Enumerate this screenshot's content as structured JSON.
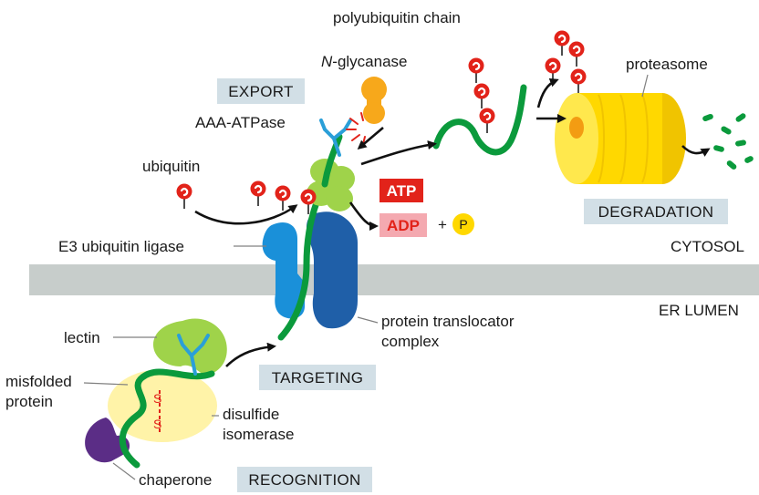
{
  "labels": {
    "polyubiquitin_chain": "polyubiquitin chain",
    "n_glycanase_italic": "N",
    "n_glycanase_rest": "-glycanase",
    "proteasome": "proteasome",
    "aaa_atpase": "AAA-ATPase",
    "ubiquitin": "ubiquitin",
    "e3_ubiquitin_ligase": "E3 ubiquitin ligase",
    "cytosol": "CYTOSOL",
    "er_lumen": "ER LUMEN",
    "lectin": "lectin",
    "misfolded_protein_line1": "misfolded",
    "misfolded_protein_line2": "protein",
    "protein_translocator_line1": "protein translocator",
    "protein_translocator_line2": "complex",
    "disulfide_isomerase_line1": "disulfide",
    "disulfide_isomerase_line2": "isomerase",
    "chaperone": "chaperone",
    "disulfide_s": "S"
  },
  "stages": {
    "export": "EXPORT",
    "degradation": "DEGRADATION",
    "targeting": "TARGETING",
    "recognition": "RECOGNITION"
  },
  "energy": {
    "atp": "ATP",
    "adp": "ADP",
    "plus": "+",
    "phosphate": "P"
  },
  "colors": {
    "protein_chain": "#0b9a3c",
    "ubiquitin": "#e2231a",
    "proteasome": "#ffd800",
    "membrane": "#c7cdcb",
    "translocator": "#1f5fa8",
    "ligase": "#1a90d9",
    "aaa_atpase": "#9fd34a",
    "n_glycanase": "#f7a81b",
    "lectin": "#9fd34a",
    "isomerase": "#fff3a8",
    "chaperone": "#5b2d86",
    "glycan": "#2a9fd8",
    "stage_box": "#d2dfe6",
    "atp_box": "#e2231a",
    "adp_box": "#f4a9b0",
    "phosphate": "#ffd800"
  }
}
